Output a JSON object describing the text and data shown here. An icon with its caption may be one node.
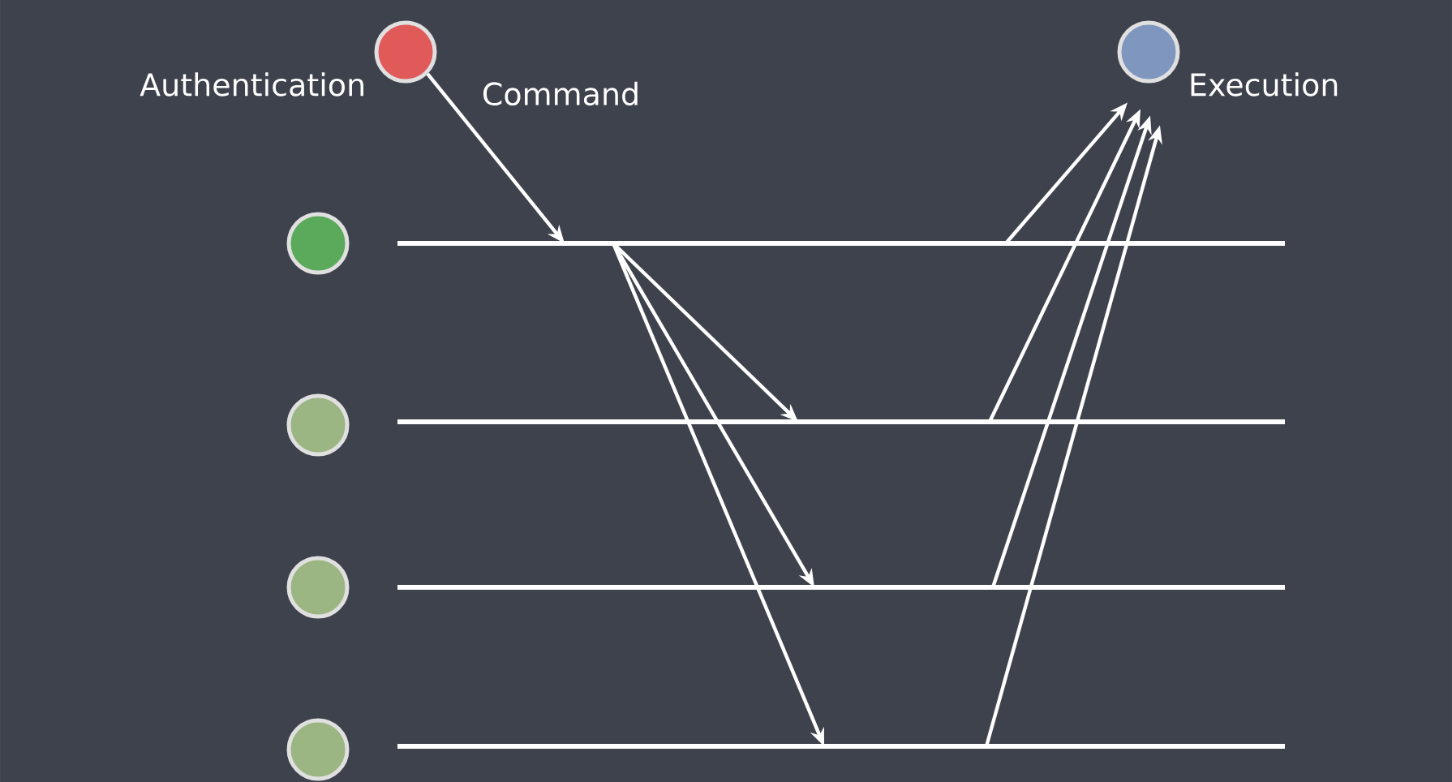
{
  "diagram": {
    "nodes": [
      {
        "text": [],
        "shape": "circle",
        "beside": [
          "Authentication"
        ]
      },
      {
        "text": [],
        "shape": "circle",
        "beside": [
          "Execution"
        ]
      },
      {
        "text": [],
        "shape": "circle"
      },
      {
        "text": [],
        "shape": "circle"
      },
      {
        "text": [],
        "shape": "circle"
      },
      {
        "text": [],
        "shape": "circle"
      },
      {
        "text": [],
        "shape": "line"
      },
      {
        "text": [],
        "shape": "line"
      },
      {
        "text": [],
        "shape": "line"
      },
      {
        "text": [],
        "shape": "line"
      }
    ],
    "edges": [
      {
        "from": 0,
        "to": 6,
        "arrow": "to",
        "label": "Command"
      },
      {
        "from": 6,
        "to": 7,
        "arrow": "to"
      },
      {
        "from": 6,
        "to": 8,
        "arrow": "to"
      },
      {
        "from": 6,
        "to": 9,
        "arrow": "to"
      },
      {
        "from": 6,
        "to": 1,
        "arrow": "to"
      },
      {
        "from": 7,
        "to": 1,
        "arrow": "to"
      },
      {
        "from": 8,
        "to": 1,
        "arrow": "to"
      },
      {
        "from": 9,
        "to": 1,
        "arrow": "to"
      }
    ]
  }
}
